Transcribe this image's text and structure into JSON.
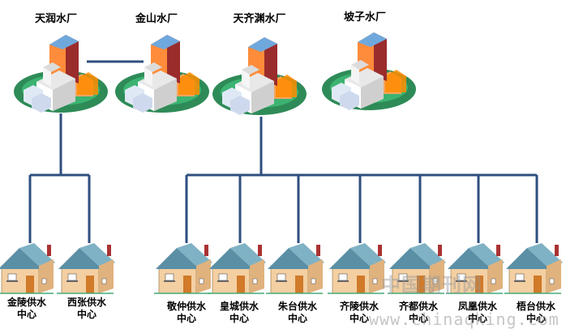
{
  "plants": [
    {
      "id": "tianrun",
      "label": "天润水厂"
    },
    {
      "id": "jinshan",
      "label": "金山水厂"
    },
    {
      "id": "tianqirun",
      "label": "天齐渊水厂"
    },
    {
      "id": "pozi",
      "label": "坡子水厂"
    }
  ],
  "centers": [
    {
      "id": "jinling",
      "line1": "金陵供水",
      "line2": "中心"
    },
    {
      "id": "xizhang",
      "line1": "西张供水",
      "line2": "中心"
    },
    {
      "id": "jingzhong",
      "line1": "敬仲供水",
      "line2": "中心"
    },
    {
      "id": "huangcheng",
      "line1": "皇城供水",
      "line2": "中心"
    },
    {
      "id": "zhutai",
      "line1": "朱台供水",
      "line2": "中心"
    },
    {
      "id": "qiling",
      "line1": "齐陵供水",
      "line2": "中心"
    },
    {
      "id": "qidu",
      "line1": "齐都供水",
      "line2": "中心"
    },
    {
      "id": "fenghuang",
      "line1": "凤凰供水",
      "line2": "中心"
    },
    {
      "id": "wutai",
      "line1": "梧台供水",
      "line2": "中心"
    }
  ],
  "watermark": {
    "text_cn": "中国期刊网",
    "text_url": "www.chinaqking.com"
  },
  "colors": {
    "pipe": "#2f4f7f",
    "ellipse": "#2e8b57",
    "roof": "#5f9ea0",
    "wall": "#f2c99b"
  }
}
